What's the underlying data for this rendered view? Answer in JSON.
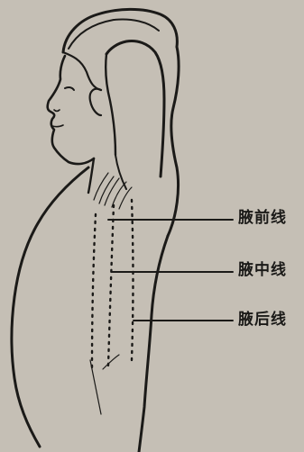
{
  "labels": {
    "anterior_axillary_line": "腋前线",
    "mid_axillary_line": "腋中线",
    "posterior_axillary_line": "腋后线"
  },
  "colors": {
    "background": "#c5bfb5",
    "ink": "#1b1a18"
  }
}
